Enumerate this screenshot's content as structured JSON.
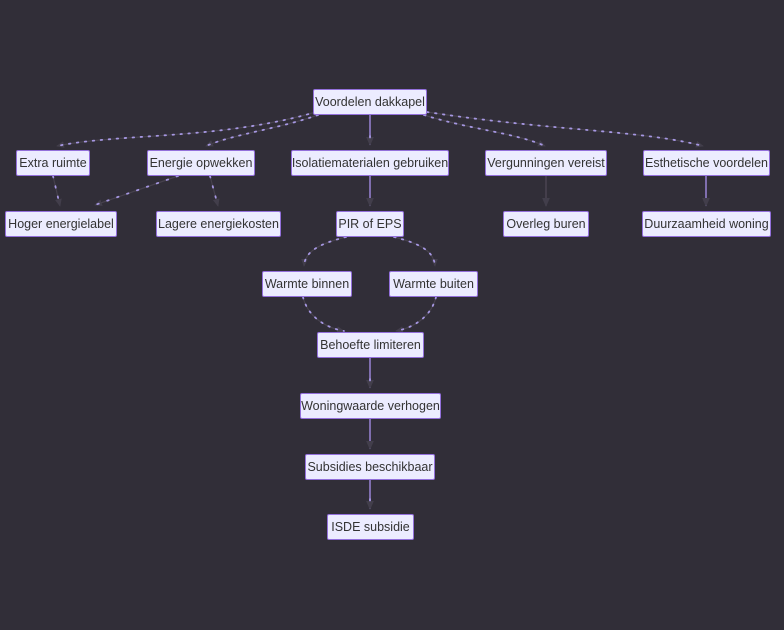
{
  "app": {
    "background_color": "#312e38",
    "type": "mindmap-flowchart"
  },
  "theme": {
    "node_fill": "#ececff",
    "node_border": "#9370db",
    "node_text": "#333333",
    "edge_solid_purple": "#a189e0",
    "edge_solid_dark": "#4c4654",
    "edge_dotted": "#a697e2",
    "arrowhead": "#423e4b"
  },
  "diagram": {
    "nodes": [
      {
        "id": "voordelen-dakkapel",
        "label": "Voordelen dakkapel"
      },
      {
        "id": "extra-ruimte",
        "label": "Extra ruimte"
      },
      {
        "id": "energie-opwekken",
        "label": "Energie opwekken"
      },
      {
        "id": "isolatiematerialen-gebruiken",
        "label": "Isolatiematerialen gebruiken"
      },
      {
        "id": "vergunningen-vereist",
        "label": "Vergunningen vereist"
      },
      {
        "id": "esthetische-voordelen",
        "label": "Esthetische voordelen"
      },
      {
        "id": "hoger-energielabel",
        "label": "Hoger energielabel"
      },
      {
        "id": "lagere-energiekosten",
        "label": "Lagere energiekosten"
      },
      {
        "id": "pir-of-eps",
        "label": "PIR of EPS"
      },
      {
        "id": "overleg-buren",
        "label": "Overleg buren"
      },
      {
        "id": "duurzaamheid-woning",
        "label": "Duurzaamheid woning"
      },
      {
        "id": "warmte-binnen",
        "label": "Warmte binnen"
      },
      {
        "id": "warmte-buiten",
        "label": "Warmte buiten"
      },
      {
        "id": "behoefte-limiteren",
        "label": "Behoefte limiteren"
      },
      {
        "id": "woningwaarde-verhogen",
        "label": "Woningwaarde verhogen"
      },
      {
        "id": "subsidies-beschikbaar",
        "label": "Subsidies beschikbaar"
      },
      {
        "id": "isde-subsidie",
        "label": "ISDE subsidie"
      }
    ],
    "edges": [
      {
        "from": "voordelen-dakkapel",
        "to": "extra-ruimte",
        "style": "dotted-curve"
      },
      {
        "from": "voordelen-dakkapel",
        "to": "energie-opwekken",
        "style": "dotted-curve"
      },
      {
        "from": "voordelen-dakkapel",
        "to": "isolatiematerialen-gebruiken",
        "style": "solid-purple"
      },
      {
        "from": "voordelen-dakkapel",
        "to": "vergunningen-vereist",
        "style": "dotted-curve"
      },
      {
        "from": "voordelen-dakkapel",
        "to": "esthetische-voordelen",
        "style": "dotted-curve"
      },
      {
        "from": "extra-ruimte",
        "to": "hoger-energielabel",
        "style": "dotted-line"
      },
      {
        "from": "energie-opwekken",
        "to": "hoger-energielabel",
        "style": "dotted-line"
      },
      {
        "from": "energie-opwekken",
        "to": "lagere-energiekosten",
        "style": "dotted-line"
      },
      {
        "from": "isolatiematerialen-gebruiken",
        "to": "pir-of-eps",
        "style": "solid-purple"
      },
      {
        "from": "vergunningen-vereist",
        "to": "overleg-buren",
        "style": "solid-dark"
      },
      {
        "from": "esthetische-voordelen",
        "to": "duurzaamheid-woning",
        "style": "solid-purple"
      },
      {
        "from": "pir-of-eps",
        "to": "warmte-binnen",
        "style": "dotted-curve"
      },
      {
        "from": "pir-of-eps",
        "to": "warmte-buiten",
        "style": "dotted-curve"
      },
      {
        "from": "warmte-binnen",
        "to": "behoefte-limiteren",
        "style": "dotted-curve"
      },
      {
        "from": "warmte-buiten",
        "to": "behoefte-limiteren",
        "style": "dotted-curve"
      },
      {
        "from": "behoefte-limiteren",
        "to": "woningwaarde-verhogen",
        "style": "solid-purple"
      },
      {
        "from": "woningwaarde-verhogen",
        "to": "subsidies-beschikbaar",
        "style": "solid-purple"
      },
      {
        "from": "subsidies-beschikbaar",
        "to": "isde-subsidie",
        "style": "solid-purple"
      }
    ]
  }
}
